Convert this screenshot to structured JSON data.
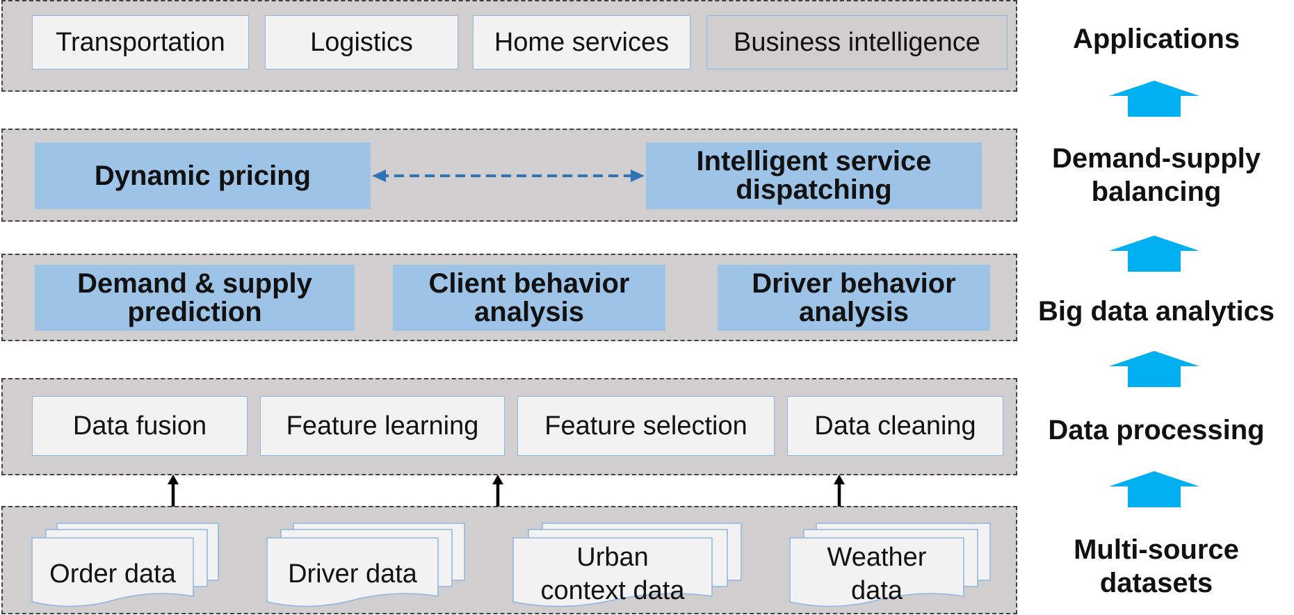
{
  "layers": {
    "applications": {
      "items": [
        "Transportation",
        "Logistics",
        "Home services",
        "Business intelligence"
      ]
    },
    "balancing": {
      "left": "Dynamic pricing",
      "right_line1": "Intelligent service",
      "right_line2": "dispatching"
    },
    "analytics": {
      "items": [
        {
          "line1": "Demand & supply",
          "line2": "prediction"
        },
        {
          "line1": "Client behavior",
          "line2": "analysis"
        },
        {
          "line1": "Driver behavior",
          "line2": "analysis"
        }
      ]
    },
    "processing": {
      "items": [
        "Data fusion",
        "Feature learning",
        "Feature selection",
        "Data cleaning"
      ]
    },
    "datasets": {
      "items": [
        {
          "line1": "Order data",
          "line2": ""
        },
        {
          "line1": "Driver data",
          "line2": ""
        },
        {
          "line1": "Urban",
          "line2": "context data"
        },
        {
          "line1": "Weather",
          "line2": "data"
        }
      ]
    }
  },
  "side_labels": {
    "applications": "Applications",
    "balancing_line1": "Demand-supply",
    "balancing_line2": "balancing",
    "analytics": "Big data analytics",
    "processing": "Data processing",
    "datasets_line1": "Multi-source",
    "datasets_line2": "datasets"
  },
  "colors": {
    "layer_fill": "#d0cece",
    "gray_box_fill": "#f2f2f2",
    "blue_box_fill": "#9dc3e6",
    "arrow_cyan": "#00b0f0",
    "dashed_arrow": "#2e75b6"
  },
  "icons": {
    "up_arrow": "up-arrow-icon",
    "document_stack": "document-stack-icon"
  }
}
